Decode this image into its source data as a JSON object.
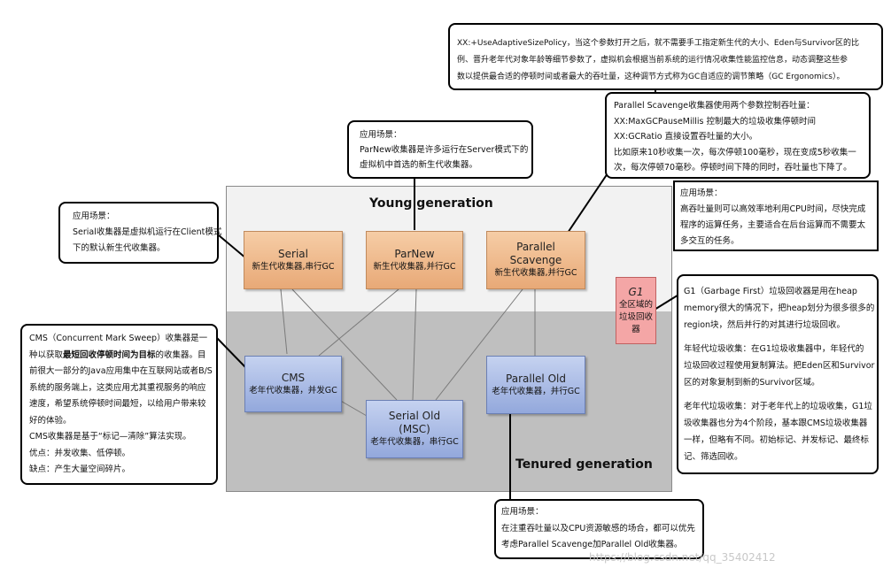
{
  "regions": {
    "young_title": "Young generation",
    "tenured_title": "Tenured generation"
  },
  "collectors": {
    "serial": {
      "name": "Serial",
      "desc": "新生代收集器,串行GC"
    },
    "parnew": {
      "name": "ParNew",
      "desc": "新生代收集器,并行GC"
    },
    "parallel_scavenge": {
      "name_line1": "Parallel",
      "name_line2": "Scavenge",
      "desc": "新生代收集器,并行GC"
    },
    "g1": {
      "name": "G1",
      "desc_line1": "全区域的",
      "desc_line2": "垃圾回收器"
    },
    "cms": {
      "name": "CMS",
      "desc": "老年代收集器，并发GC"
    },
    "serial_old": {
      "name_line1": "Serial Old",
      "name_line2": "(MSC)",
      "desc": "老年代收集器，串行GC"
    },
    "parallel_old": {
      "name": "Parallel Old",
      "desc": "老年代收集器，并行GC"
    }
  },
  "notes": {
    "adaptive": {
      "lines": [
        "XX:+UseAdaptiveSizePolicy，当这个参数打开之后，就不需要手工指定新生代的大小、Eden与Survivor区的比",
        "例、晋升老年代对象年龄等细节参数了，虚拟机会根据当前系统的运行情况收集性能监控信息，动态调整这些参",
        "数以提供最合适的停顿时间或者最大的吞吐量，这种调节方式称为GC自适应的调节策略（GC Ergonomics）。"
      ]
    },
    "ps_params": {
      "lines": [
        "Parallel Scavenge收集器使用两个参数控制吞吐量：",
        "XX:MaxGCPauseMillis 控制最大的垃圾收集停顿时间",
        "XX:GCRatio 直接设置吞吐量的大小。",
        "比如原来10秒收集一次，每次停顿100毫秒，现在变成5秒收集一",
        "次，每次停顿70毫秒。停顿时间下降的同时，吞吐量也下降了。"
      ]
    },
    "ps_usage": {
      "lines": [
        "应用场景：",
        "高吞吐量则可以高效率地利用CPU时间，尽快完成",
        "程序的运算任务，主要适合在后台运算而不需要太",
        "多交互的任务。"
      ]
    },
    "parnew_usage": {
      "lines": [
        "应用场景：",
        "ParNew收集器是许多运行在Server模式下的",
        "虚拟机中首选的新生代收集器。"
      ]
    },
    "serial_usage": {
      "lines": [
        "应用场景：",
        "Serial收集器是虚拟机运行在Client模式",
        "下的默认新生代收集器。"
      ]
    },
    "cms": {
      "line1": "CMS（Concurrent Mark Sweep）收集器是一",
      "line2_prefix": "种以获取",
      "line2_bold": "最短回收停顿时间为目标",
      "line2_suffix": "的收集器。目",
      "lines": [
        "前很大一部分的Java应用集中在互联网站或者B/S",
        "系统的服务端上，这类应用尤其重视服务的响应",
        "速度，希望系统停顿时间最短，以给用户带来较",
        "好的体验。",
        "CMS收集器是基于“标记—清除”算法实现。",
        "优点：并发收集、低停顿。",
        "缺点：产生大量空间碎片。"
      ]
    },
    "g1": {
      "intro": [
        "G1（Garbage First）垃圾回收器是用在heap",
        "memory很大的情况下，把heap划分为很多很多的",
        "region块，然后并行的对其进行垃圾回收。"
      ],
      "young": [
        "年轻代垃圾收集：在G1垃圾收集器中，年轻代的",
        "垃圾回收过程使用复制算法。把Eden区和Survivor",
        "区的对象复制到新的Survivor区域。"
      ],
      "old": [
        "老年代垃圾收集：对于老年代上的垃圾收集，G1垃",
        "圾收集器也分为4个阶段，基本跟CMS垃圾收集器",
        "一样，但略有不同。初始标记、并发标记、最终标",
        "记、筛选回收。"
      ]
    },
    "parallel_old_usage": {
      "lines": [
        "应用场景：",
        "在注重吞吐量以及CPU资源敏感的场合，都可以优先",
        "考虑Parallel Scavenge加Parallel Old收集器。"
      ]
    }
  },
  "watermark": "https://blog.csdn.net/qq_35402412"
}
